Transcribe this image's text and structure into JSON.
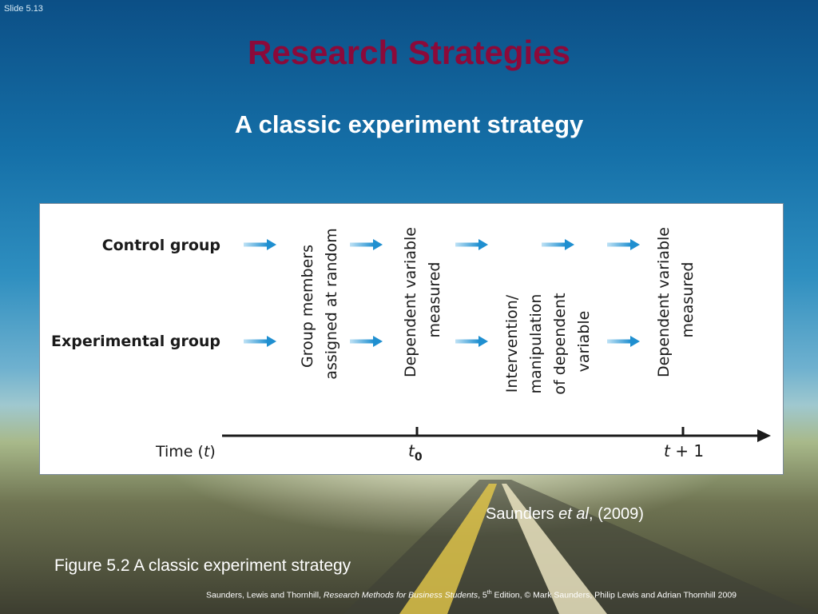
{
  "slide": {
    "number": "Slide 5.13",
    "title": "Research Strategies",
    "subtitle": "A classic experiment strategy"
  },
  "diagram": {
    "rows": [
      "Control group",
      "Experimental group"
    ],
    "columns": [
      [
        "Group members",
        "assigned at random"
      ],
      [
        "Dependent variable",
        "measured"
      ],
      [
        "Intervention/",
        "manipulation",
        "of dependent",
        "variable"
      ],
      [
        "Dependent variable",
        "measured"
      ]
    ],
    "time_axis": {
      "label_prefix": "Time (",
      "label_var": "t",
      "label_suffix": ")",
      "tick_start": "t",
      "tick_start_sub": "0",
      "tick_end_var": "t",
      "tick_end_rest": " + 1"
    },
    "colors": {
      "arrow": "#1f8fd0",
      "axis": "#1a1a1a"
    }
  },
  "credit": {
    "author": "Saunders ",
    "etal": "et al",
    "year": ", (2009)"
  },
  "caption": "Figure 5.2  A classic experiment strategy",
  "footer": {
    "authors": "Saunders, Lewis and Thornhill, ",
    "book": "Research Methods for Business Students",
    "edition_pre": ", 5",
    "edition_sup": "th",
    "edition_post": " Edition, © Mark Saunders, Philip Lewis and Adrian Thornhill 2009"
  }
}
